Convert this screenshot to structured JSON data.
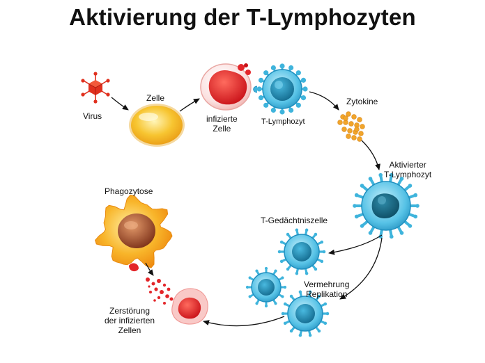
{
  "title": "Aktivierung der T-Lymphozyten",
  "labels": {
    "virus": "Virus",
    "zelle": "Zelle",
    "infizierte_zelle": [
      "infizierte",
      "Zelle"
    ],
    "t_lymphozyt": "T-Lymphozyt",
    "zytokine": "Zytokine",
    "aktivierter": [
      "Aktivierter",
      "T-Lymphozyt"
    ],
    "gedaechtnis": "T-Gedächtniszelle",
    "vermehrung": [
      "Vermehrung",
      "Replikation"
    ],
    "phagozytose": "Phagozytose",
    "zerstoerung": [
      "Zerstörung",
      "der infizierten",
      "Zellen"
    ]
  },
  "colors": {
    "virus": "#e0301e",
    "zelle": "#f5b625",
    "infected": "#e3262a",
    "lymphocyte": "#3fb4dc",
    "lymphocyte_core": "#1d7ea3",
    "cytokine": "#f1a52b",
    "phagocyte": "#f6a21c",
    "phagocyte_core": "#9a4a2a",
    "arrow": "#111111"
  }
}
